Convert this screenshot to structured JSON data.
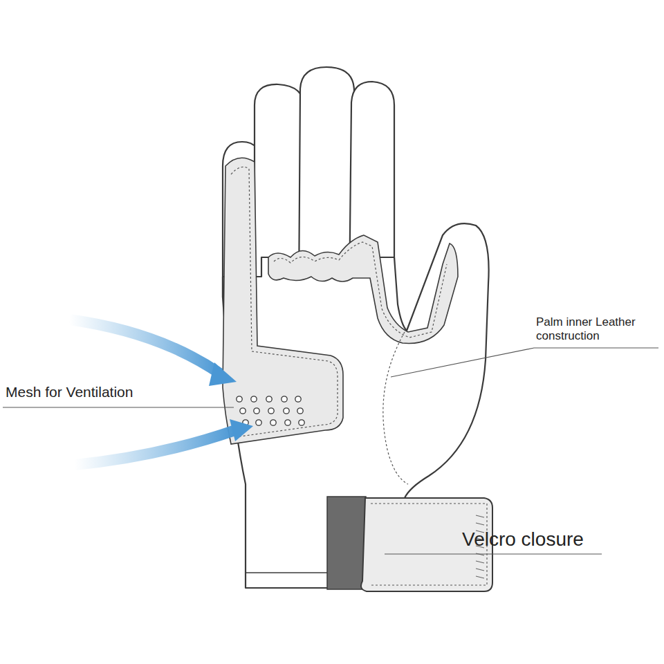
{
  "diagram": {
    "labels": [
      "Mesh for Ventilation",
      "Palm inner Leather construction",
      "Velcro closure"
    ]
  }
}
